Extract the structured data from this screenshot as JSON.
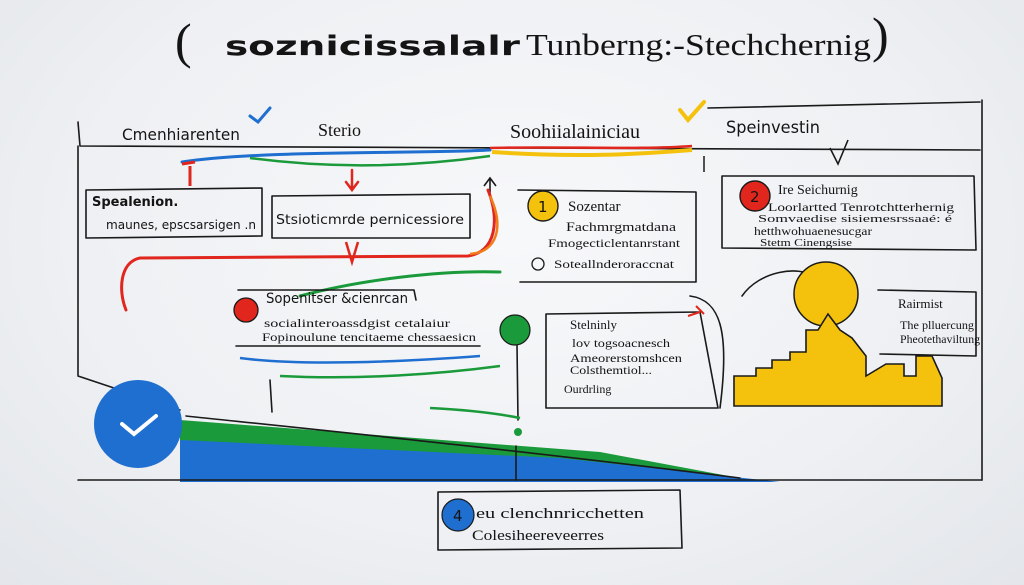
{
  "title": {
    "open_paren": "(",
    "text_left": "soznicissalalr",
    "text_right": "Tunberng:-Stechchernig",
    "close_paren": ")"
  },
  "headers": {
    "col1": "Cmenhiarenten",
    "col2": "Sterio",
    "col3": "Soohiialainiciau",
    "col4": "Speinvestin"
  },
  "box_a": {
    "title": "Spealenion.",
    "line": "maunes, epscsarsigen .n"
  },
  "box_b": {
    "line": "Stsioticmrde  pernicessiore"
  },
  "box_c": {
    "badge": "1",
    "title": "Sozentar",
    "line1": "Fachmrgmatdana",
    "line2": "Fmogecticlentanrstant",
    "line3": "Soteallnderoraccnat"
  },
  "box_d": {
    "badge": "2",
    "title": "Ire Seichurnig",
    "line1": "Loorlartted Tenrotchtterhernig",
    "line2": "Somvaedise sisiemesrssaaé: é",
    "line3": "hetthwohuaenesucgar",
    "line4": "Stetm Cinengsise"
  },
  "box_e": {
    "title": "Sopenitser &cienrcan",
    "line1": "socialinteroassdgist  cetalaiur",
    "line2": "Fopinoulune tencitaeme  chessaesicn"
  },
  "box_f": {
    "title": "Stelninly",
    "line1": "lov togsoacnesch",
    "line2": "Ameorerstomshcen",
    "line3": "Colsthemtiol...",
    "line4": "Ourdrling"
  },
  "box_g": {
    "title": "Rairmist",
    "line1": "The plluercung",
    "line2": "Pheotethaviltung"
  },
  "bottom": {
    "badge": "4",
    "title": "eu clenchnricchetten",
    "line": "Colesiheereveerres"
  },
  "colors": {
    "blue": "#1f6fd1",
    "green": "#1a9a3a",
    "yellow": "#f4c20d",
    "red": "#e0261d",
    "ink": "#161616"
  },
  "icons": [
    "checkmark-icon",
    "number-badge-icon",
    "sun-icon",
    "city-skyline-icon",
    "arrow-icon"
  ]
}
